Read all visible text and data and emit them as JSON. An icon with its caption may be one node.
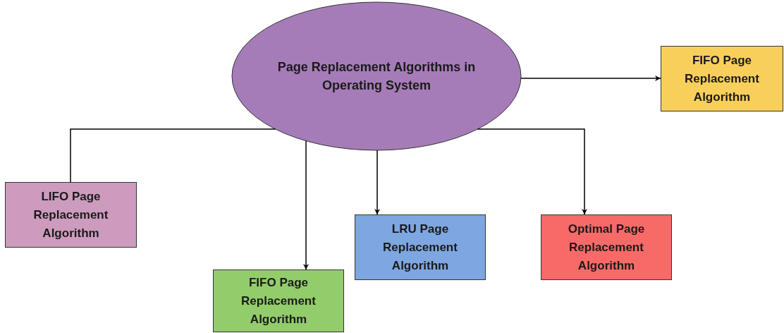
{
  "diagram": {
    "nodes": [
      {
        "text": [
          "Page Replacement Algorithms in Operating System"
        ]
      },
      {
        "text": [
          "FIFO Page Replacement Algorithm"
        ]
      },
      {
        "text": [
          "LIFO Page Replacement Algorithm"
        ]
      },
      {
        "text": [
          "FIFO Page Replacement Algorithm"
        ]
      },
      {
        "text": [
          "LRU Page Replacement Algorithm"
        ]
      },
      {
        "text": [
          "Optimal Page Replacement Algorithm"
        ]
      }
    ],
    "edges": [
      {
        "from": 0,
        "to": 1,
        "arrow": "to"
      },
      {
        "from": 0,
        "to": 2,
        "arrow": "none"
      },
      {
        "from": 0,
        "to": 3,
        "arrow": "to"
      },
      {
        "from": 0,
        "to": 4,
        "arrow": "to"
      },
      {
        "from": 0,
        "to": 5,
        "arrow": "to"
      }
    ]
  }
}
